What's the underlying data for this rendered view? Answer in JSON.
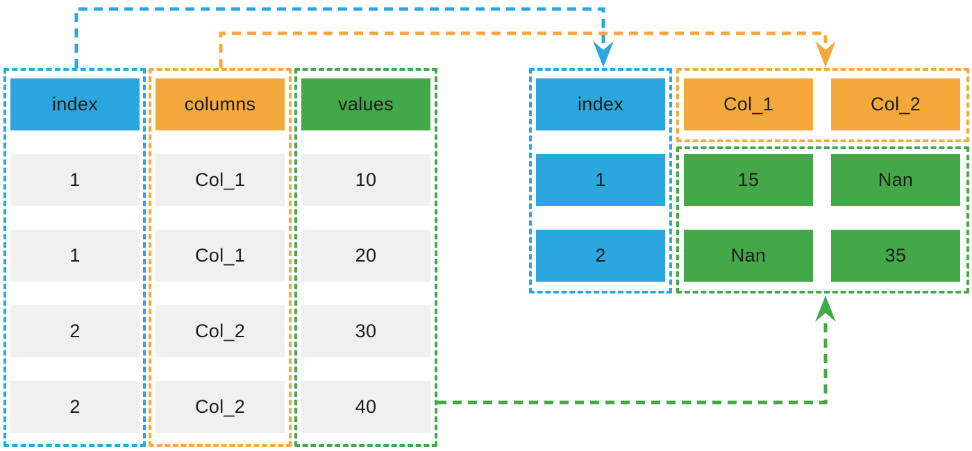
{
  "colors": {
    "blue": "#2AA7DF",
    "orange": "#F5A83C",
    "green": "#43A848",
    "row_gray": "#F0F0F0",
    "text": "#1B1B1B",
    "bg": "#FFFFFF"
  },
  "left_table": {
    "index_column": {
      "header": "index",
      "rows": [
        "1",
        "1",
        "2",
        "2"
      ]
    },
    "columns_column": {
      "header": "columns",
      "rows": [
        "Col_1",
        "Col_1",
        "Col_2",
        "Col_2"
      ]
    },
    "values_column": {
      "header": "values",
      "rows": [
        "10",
        "20",
        "30",
        "40"
      ]
    }
  },
  "right_table": {
    "index_column": {
      "header": "index",
      "rows": [
        "1",
        "2"
      ]
    },
    "column_headers": [
      "Col_1",
      "Col_2"
    ],
    "value_rows": [
      [
        "15",
        "Nan"
      ],
      [
        "Nan",
        "35"
      ]
    ]
  }
}
